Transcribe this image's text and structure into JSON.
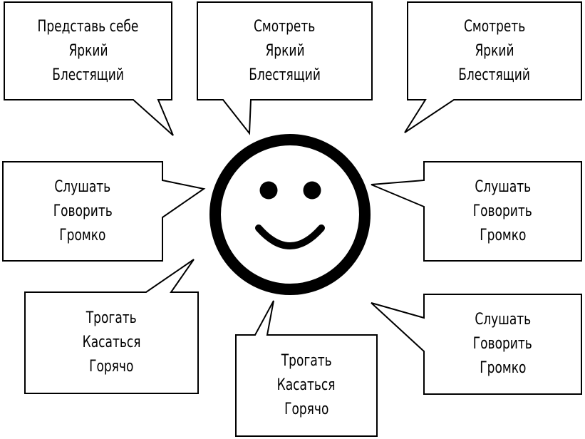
{
  "colors": {
    "stroke": "#000000",
    "fill": "#ffffff",
    "text": "#000000"
  },
  "icon": "smiley-face-icon",
  "bubbles": [
    {
      "id": "imagine-bright-shiny",
      "lines": [
        "Представь себе",
        "Яркий",
        "Блестящий"
      ]
    },
    {
      "id": "see-bright-shiny-center",
      "lines": [
        "Смотреть",
        "Яркий",
        "Блестящий"
      ]
    },
    {
      "id": "see-bright-shiny-right",
      "lines": [
        "Смотреть",
        "Яркий",
        "Блестящий"
      ]
    },
    {
      "id": "listen-speak-loud-left",
      "lines": [
        "Слушать",
        "Говорить",
        "Громко"
      ]
    },
    {
      "id": "listen-speak-loud-right",
      "lines": [
        "Слушать",
        "Говорить",
        "Громко"
      ]
    },
    {
      "id": "touch-feel-hot-left",
      "lines": [
        "Трогать",
        "Касаться",
        "Горячо"
      ]
    },
    {
      "id": "touch-feel-hot-bottom",
      "lines": [
        "Трогать",
        "Касаться",
        "Горячо"
      ]
    },
    {
      "id": "listen-speak-loud-bottom-right",
      "lines": [
        "Слушать",
        "Говорить",
        "Громко"
      ]
    }
  ]
}
